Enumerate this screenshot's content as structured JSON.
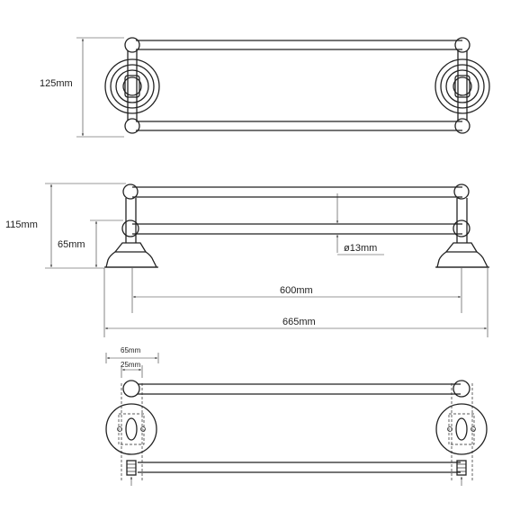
{
  "colors": {
    "line": "#222222",
    "background": "#ffffff"
  },
  "views": {
    "front": {
      "height_label": "125mm"
    },
    "side": {
      "overall_height_label": "115mm",
      "lower_bar_height_label": "65mm",
      "tube_diameter_label": "ø13mm",
      "bar_length_label": "600mm",
      "overall_length_label": "665mm"
    },
    "top": {
      "base_width_label": "65mm",
      "hole_spacing_label": "25mm"
    }
  }
}
